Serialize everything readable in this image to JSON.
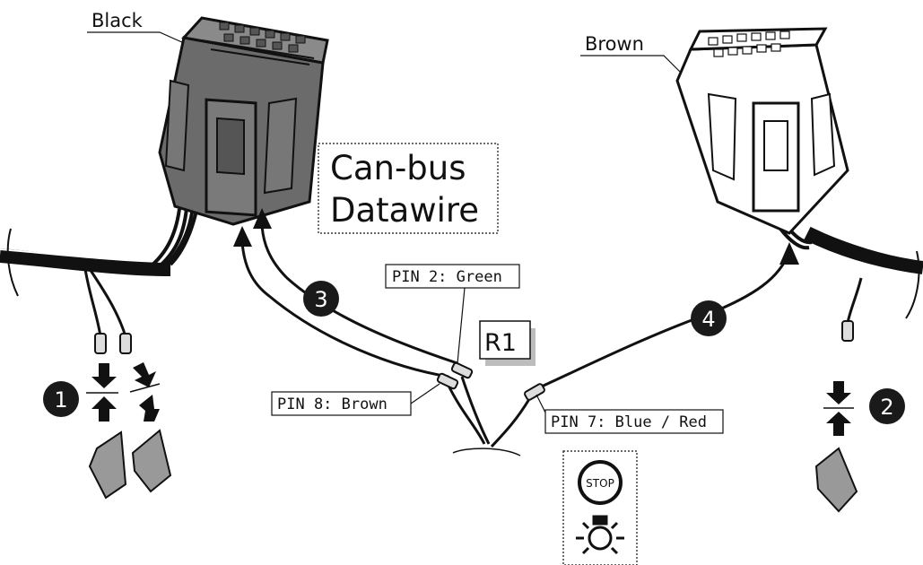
{
  "connectors": {
    "left_label": "Black",
    "right_label": "Brown"
  },
  "title_box": {
    "line1": "Can-bus",
    "line2": "Datawire"
  },
  "pins": {
    "pin2": "PIN 2: Green",
    "pin8": "PIN 8: Brown",
    "pin7": "PIN 7: Blue / Red"
  },
  "reference": "R1",
  "steps": [
    "1",
    "2",
    "3",
    "4"
  ],
  "stop_icon": {
    "text": "STOP",
    "icons": [
      "stop-sign-icon",
      "brake-light-icon"
    ]
  },
  "colors": {
    "black_connector": "#6b6b6b",
    "brown_connector": "#ffffff",
    "step_badge": "#1a1a1a"
  }
}
